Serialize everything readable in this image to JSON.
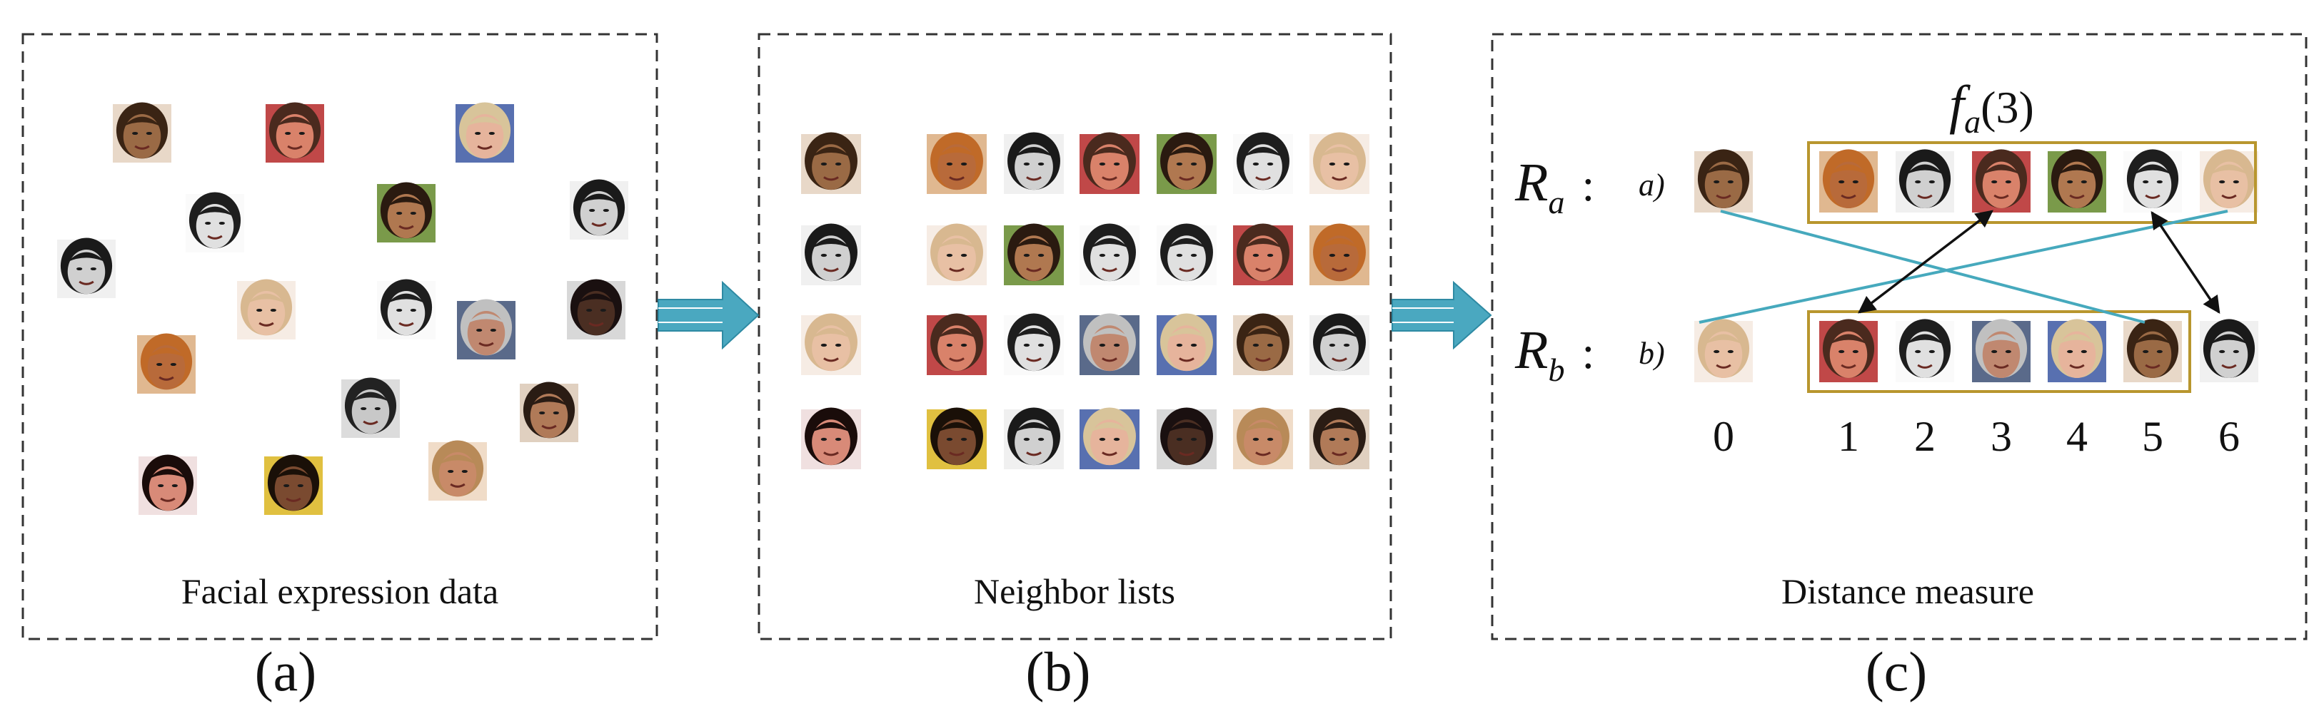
{
  "panels": {
    "a": {
      "caption": "Facial expression data",
      "label": "(a)"
    },
    "b": {
      "caption": "Neighbor lists",
      "label": "(b)"
    },
    "c": {
      "caption": "Distance measure",
      "label": "(c)",
      "ra_symbol": "R",
      "ra_subscript": "a",
      "rb_symbol": "R",
      "rb_subscript": "b",
      "colon": ":",
      "row_a_tag": "a)",
      "row_b_tag": "b)",
      "fa_symbol": "f",
      "fa_subscript": "a",
      "fa_argument": "(3)",
      "indices": [
        "0",
        "1",
        "2",
        "3",
        "4",
        "5",
        "6"
      ]
    }
  },
  "colors": {
    "flow_arrow": "#4aa8c0",
    "group_box": "#b8962e",
    "cross_link": "#46a9bd",
    "match_arrow": "#111111"
  },
  "face_palette": {
    "A": {
      "skin": "#9a6a45",
      "hair": "#3a2414",
      "bg": "#e8d8c8"
    },
    "B": {
      "skin": "#d9826a",
      "hair": "#4a2a1e",
      "bg": "#c04848"
    },
    "C": {
      "skin": "#e6b49c",
      "hair": "#d8c49a",
      "bg": "#5870b0"
    },
    "D": {
      "skin": "#e0e0e0",
      "hair": "#1e1e1e",
      "bg": "#fafafa"
    },
    "E": {
      "skin": "#b07850",
      "hair": "#2a1a10",
      "bg": "#7a9a4a"
    },
    "F": {
      "skin": "#d0d0d0",
      "hair": "#1a1a1a",
      "bg": "#f0f0f0"
    },
    "G": {
      "skin": "#e8c0a4",
      "hair": "#d8b890",
      "bg": "#f6ece4"
    },
    "H": {
      "skin": "#b86a3a",
      "hair": "#c06a28",
      "bg": "#e0b890"
    },
    "I": {
      "skin": "#c8c8c8",
      "hair": "#222222",
      "bg": "#dcdcdc"
    },
    "J": {
      "skin": "#c08870",
      "hair": "#c0c0c0",
      "bg": "#5a6a8a"
    },
    "K": {
      "skin": "#4a2e22",
      "hair": "#1a1010",
      "bg": "#d8d8d8"
    },
    "L": {
      "skin": "#b07a58",
      "hair": "#2a1c14",
      "bg": "#e0d0c0"
    },
    "M": {
      "skin": "#d88a78",
      "hair": "#1a0c0a",
      "bg": "#f0e0e0"
    },
    "N": {
      "skin": "#7a4a30",
      "hair": "#1a1008",
      "bg": "#e0c040"
    },
    "O": {
      "skin": "#c88a68",
      "hair": "#b88a58",
      "bg": "#f0dcc8"
    }
  }
}
